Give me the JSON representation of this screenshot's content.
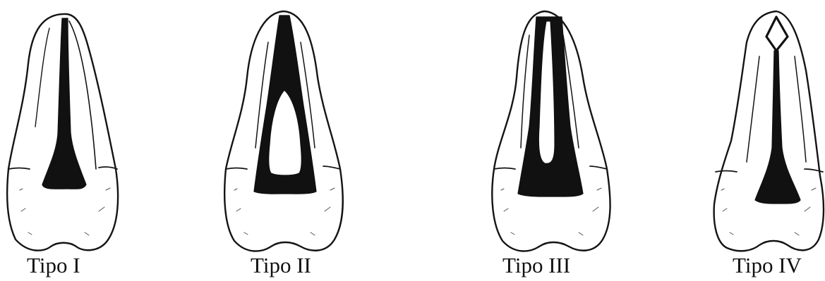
{
  "figure": {
    "captions": [
      {
        "label": "Tipo I"
      },
      {
        "label": "Tipo II"
      },
      {
        "label": "Tipo III"
      },
      {
        "label": "Tipo IV"
      }
    ],
    "colors": {
      "outline": "#141414",
      "canal_fill": "#111111",
      "background": "#ffffff"
    }
  }
}
